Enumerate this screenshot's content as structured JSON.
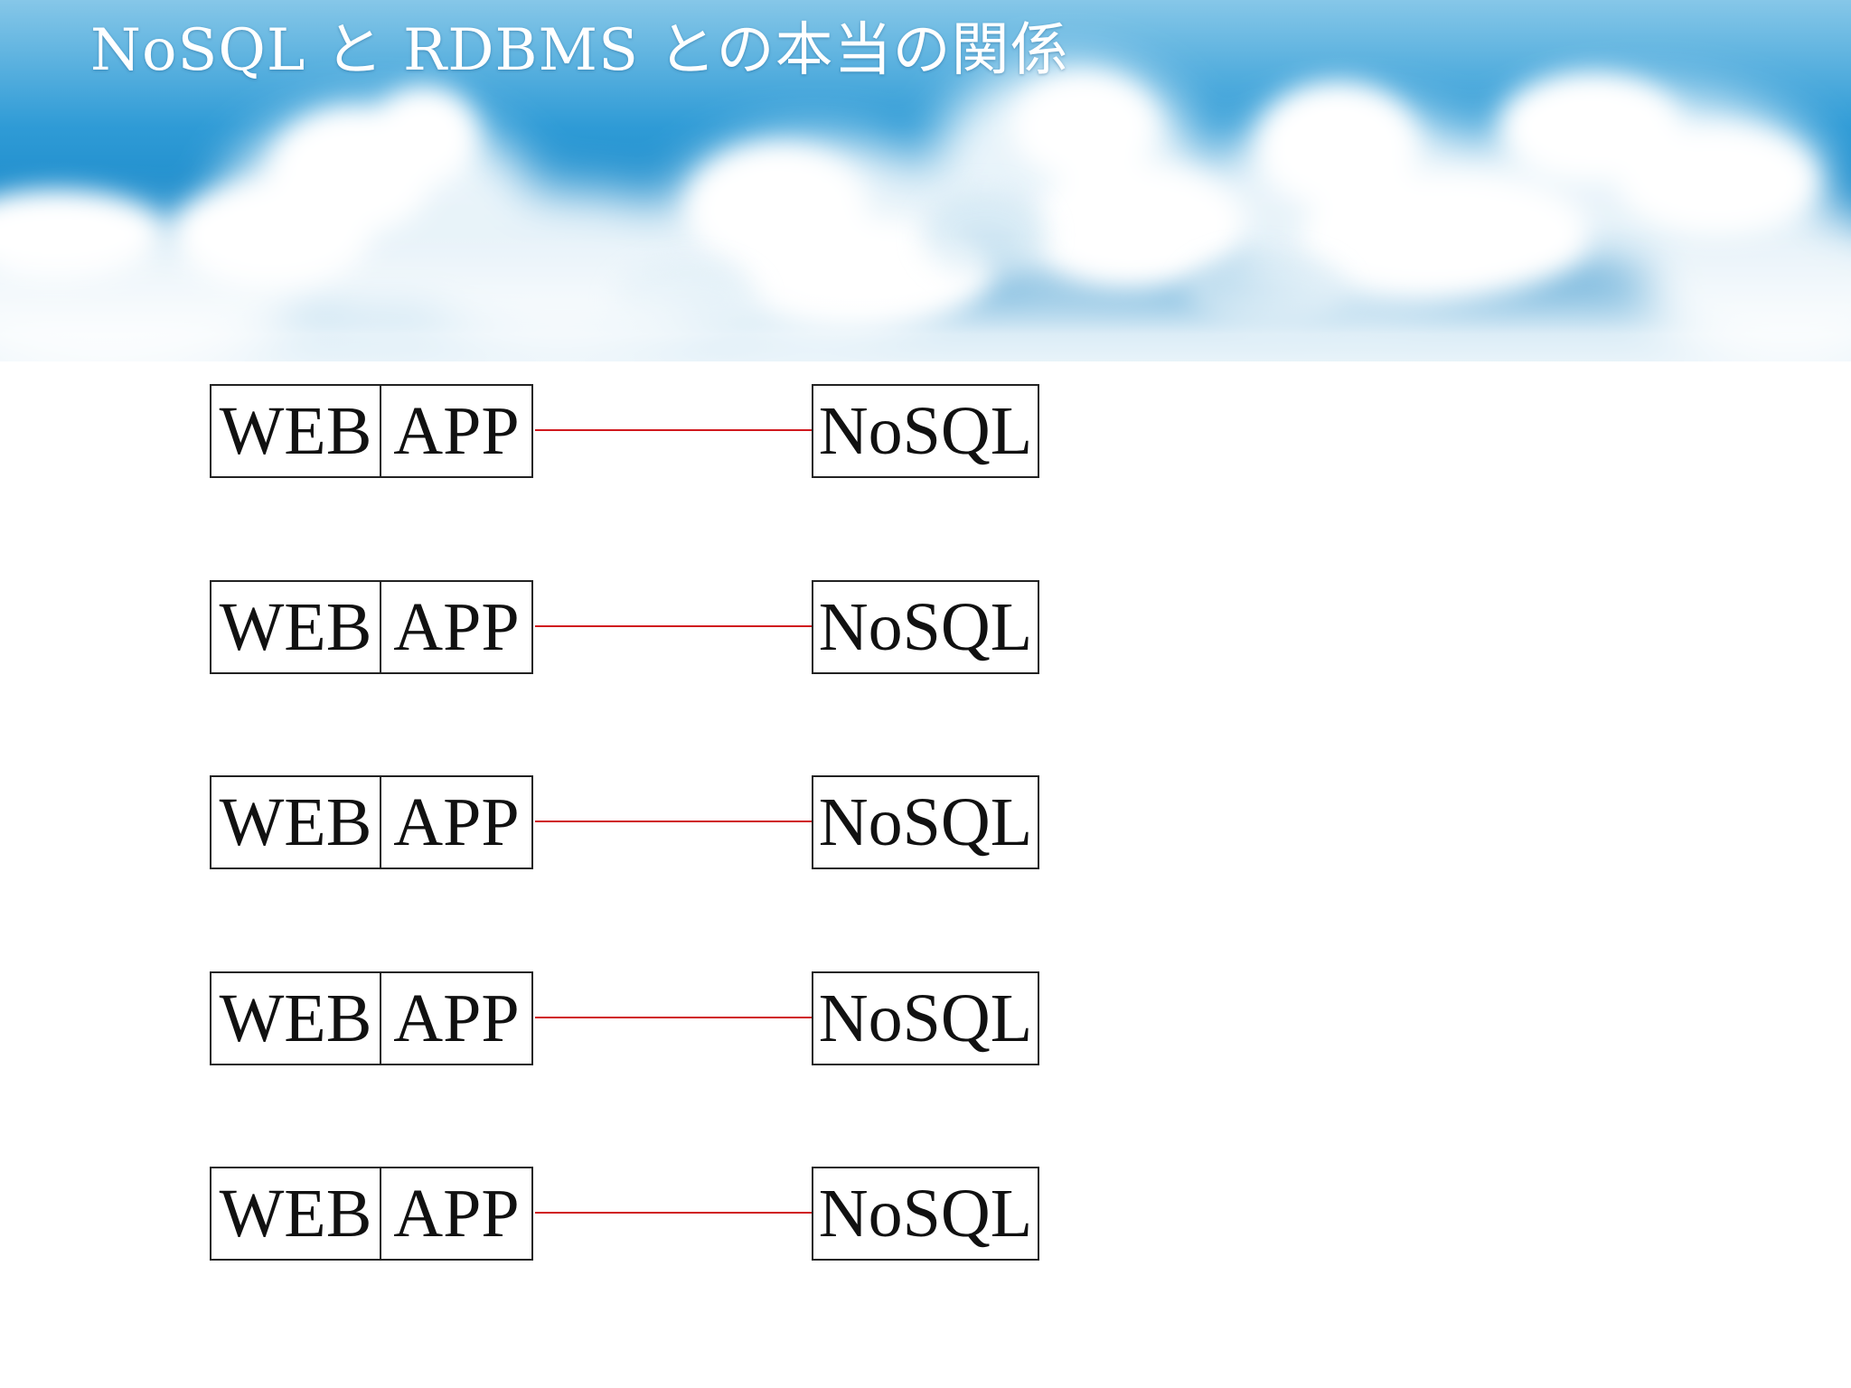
{
  "slide": {
    "title": "NoSQL と RDBMS との本当の関係"
  },
  "diagram": {
    "rows": [
      {
        "web": "WEB",
        "app": "APP",
        "db": "NoSQL"
      },
      {
        "web": "WEB",
        "app": "APP",
        "db": "NoSQL"
      },
      {
        "web": "WEB",
        "app": "APP",
        "db": "NoSQL"
      },
      {
        "web": "WEB",
        "app": "APP",
        "db": "NoSQL"
      },
      {
        "web": "WEB",
        "app": "APP",
        "db": "NoSQL"
      }
    ],
    "connector_color": "#d0191e"
  },
  "theme": {
    "sky_top": "#7cc0e4",
    "sky_mid": "#1d8fcf",
    "cloud": "#ffffff",
    "border": "#222222"
  }
}
